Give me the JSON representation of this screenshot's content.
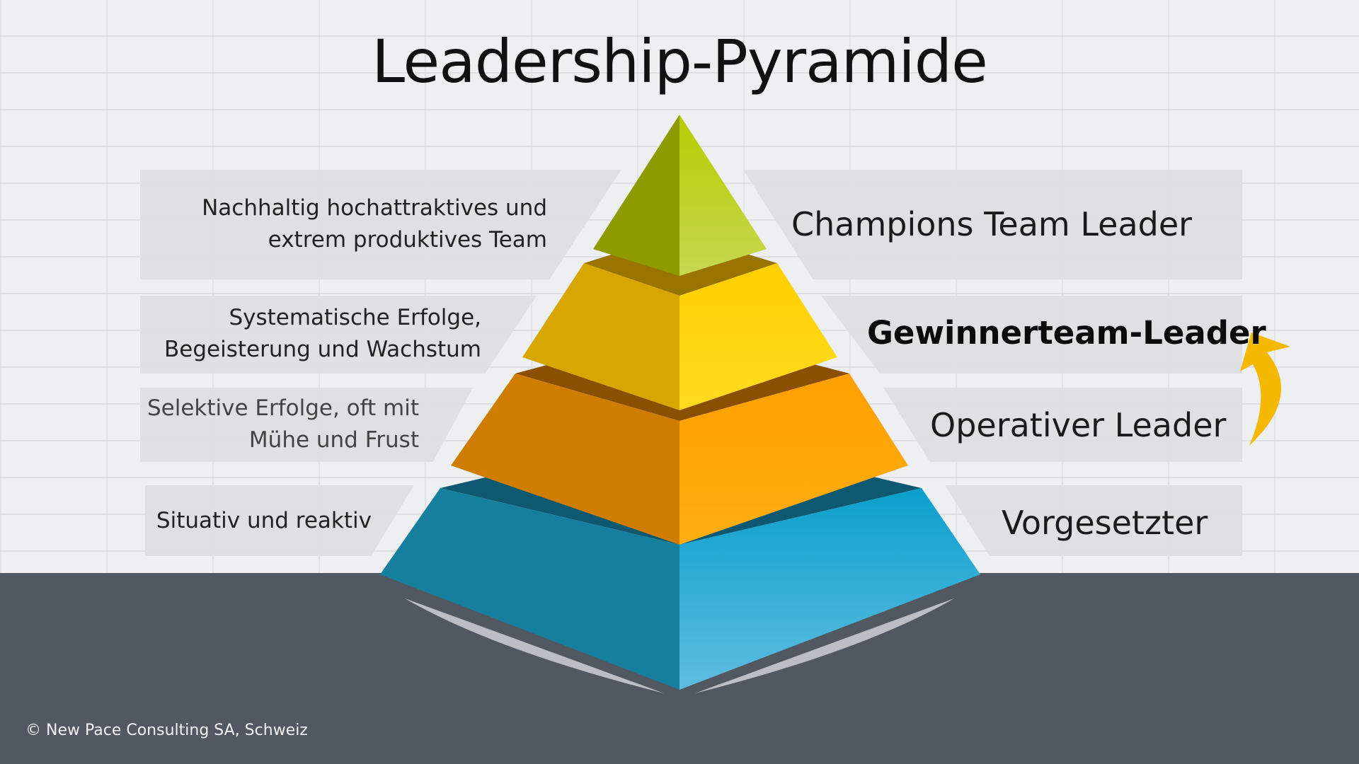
{
  "title": "Leadership-Pyramide",
  "levels": [
    {
      "description": [
        "Nachhaltig hochattraktives und",
        "extrem produktives Team"
      ],
      "role": "Champions Team Leader",
      "color": "#a8c200"
    },
    {
      "description": [
        "Systematische Erfolge,",
        "Begeisterung und Wachstum"
      ],
      "role": "Gewinnerteam-Leader",
      "color": "#f5c400"
    },
    {
      "description": [
        "Selektive Erfolge, oft mit",
        "Mühe und Frust"
      ],
      "role": "Operativer Leader",
      "color": "#f09a00"
    },
    {
      "description": [
        "Situativ und reaktiv"
      ],
      "role": "Vorgesetzter",
      "color": "#1a90b8"
    }
  ],
  "copyright": "© New Pace Consulting SA, Schweiz",
  "colors": {
    "arrow": "#f5b800",
    "floor": "#525862"
  }
}
